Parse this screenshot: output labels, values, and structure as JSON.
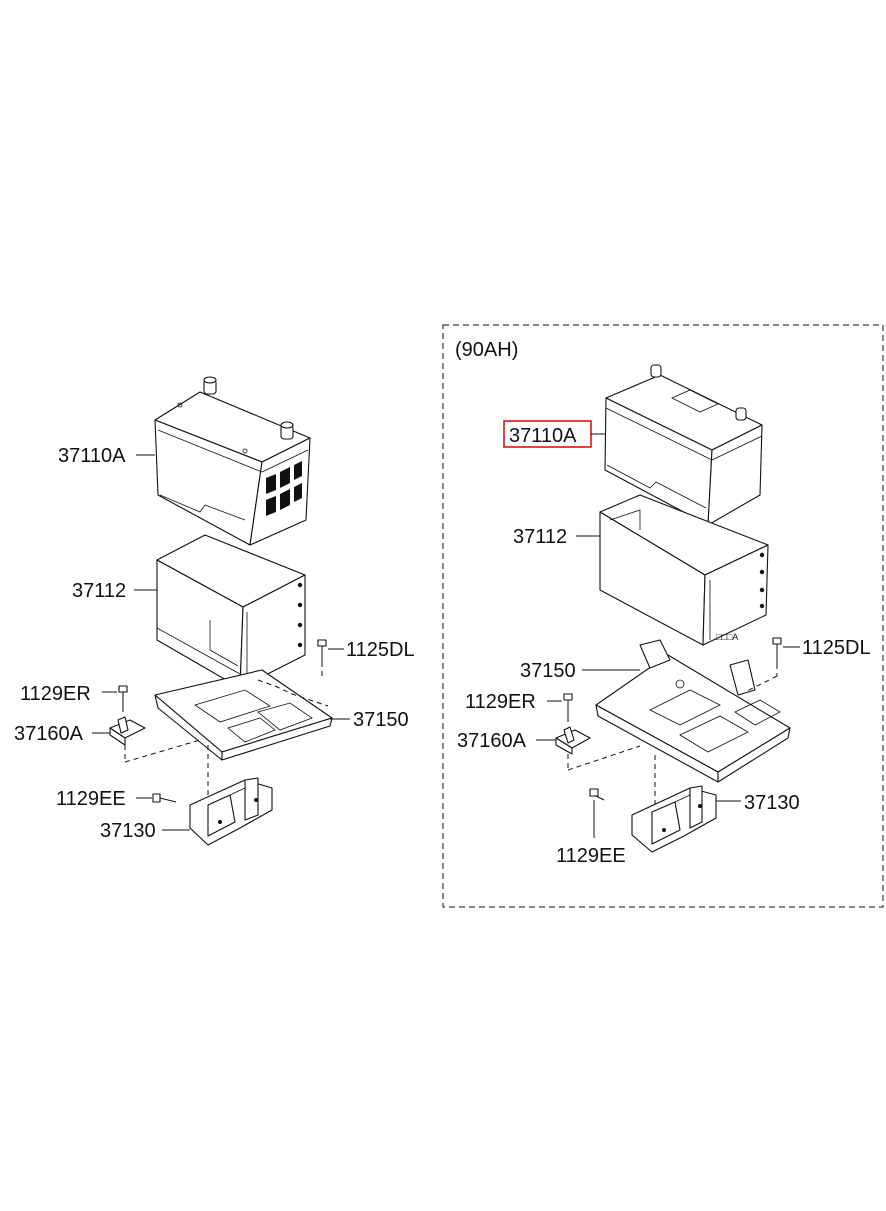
{
  "left_assembly": {
    "labels": {
      "battery": "37110A",
      "battery_cover": "37112",
      "bolt_top": "1125DL",
      "bolt_clamp": "1129ER",
      "clamp": "37160A",
      "tray": "37150",
      "bolt_bottom": "1129EE",
      "bracket": "37130"
    }
  },
  "right_assembly": {
    "variant_title": "(90AH)",
    "labels": {
      "battery": "37110A",
      "battery_cover": "37112",
      "tray": "37150",
      "bolt_top": "1125DL",
      "bolt_clamp": "1129ER",
      "clamp": "37160A",
      "bracket": "37130",
      "bolt_bottom": "1129EE"
    }
  },
  "highlight": {
    "part": "37110A",
    "color": "#e01010"
  }
}
